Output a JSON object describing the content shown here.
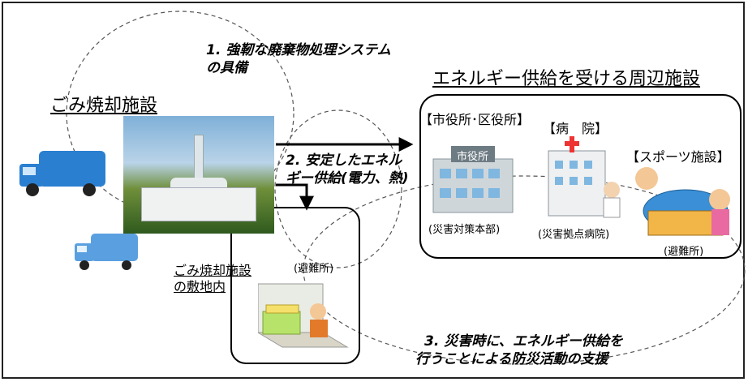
{
  "labels": {
    "plant_heading": "ごみ焼却施設",
    "facilities_heading": "エネルギー供給を受ける周辺施設",
    "point1_line1": "1. 強靭な廃棄物処理システム",
    "point1_line2": "の具備",
    "point2_line1": "2. 安定したエネル",
    "point2_line2": "ギー供給(電力、熱)",
    "point3_line1": "3. 災害時に、エネルギー供給を",
    "point3_line2": "行うことによる防災活動の支援",
    "site_line1": "ごみ焼却施設",
    "site_line2": "の敷地内",
    "cityhall_title": "【市役所･区役所】",
    "hospital_title": "【病　院】",
    "sports_title": "【スポーツ施設】",
    "cityhall_sign": "市役所",
    "cityhall_caption": "(災害対策本部)",
    "hospital_caption": "(災害拠点病院)",
    "sports_caption": "(避難所)",
    "shelter_caption": "(避難所)"
  },
  "colors": {
    "frame": "#222222",
    "truck_blue": "#2a7fd0",
    "truck_light_blue": "#5aa0e0",
    "building_gray": "#cfd6da",
    "dashed": "#555555"
  },
  "icons": [
    "garbage-truck-icon",
    "waste-incineration-plant-icon",
    "city-hall-icon",
    "hospital-icon",
    "sports-facility-icon",
    "shelter-icon"
  ]
}
